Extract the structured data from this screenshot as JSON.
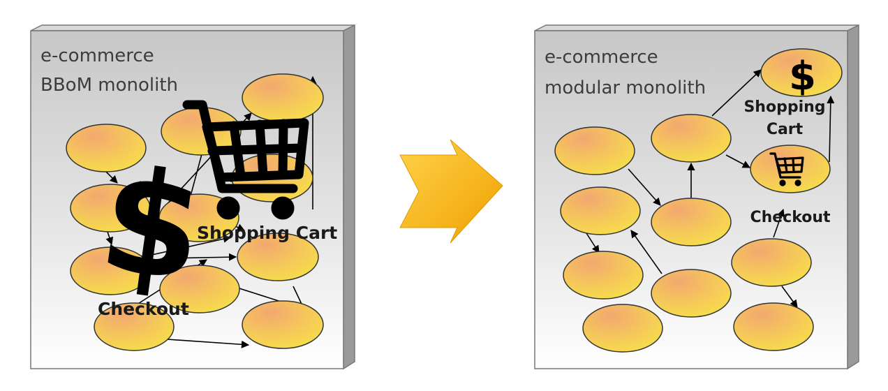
{
  "left_box": {
    "title_line1": "e-commerce",
    "title_line2": "BBoM monolith",
    "label_shopping_cart": "Shopping Cart",
    "label_checkout": "Checkout",
    "icon_cart": "shopping-cart-icon",
    "icon_dollar": "dollar-icon"
  },
  "right_box": {
    "title_line1": "e-commerce",
    "title_line2": "modular monolith",
    "label_shopping_line1": "Shopping",
    "label_shopping_line2": "Cart",
    "label_checkout": "Checkout",
    "icon_cart": "shopping-cart-icon",
    "icon_dollar": "dollar-icon"
  },
  "arrow": {
    "color": "#f5b400",
    "icon": "transition-arrow"
  },
  "colors": {
    "box_top": "#cfcfcf",
    "box_bottom": "#ffffff",
    "node_fill": "#f4d24a",
    "node_highlight": "#f1a86a",
    "edge": "#000000"
  }
}
